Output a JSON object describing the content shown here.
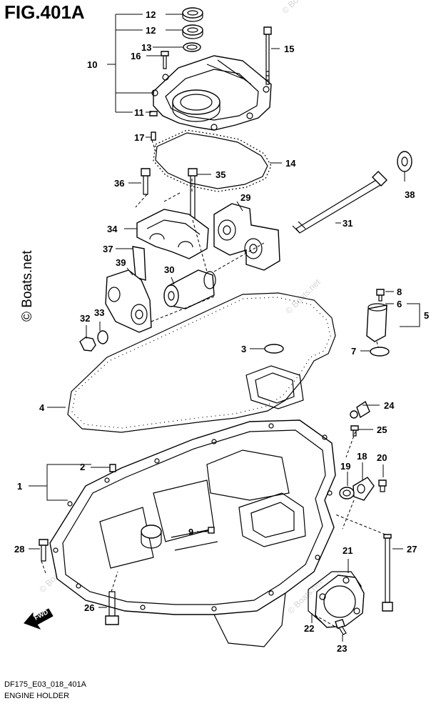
{
  "figure": {
    "title": "FIG.401A",
    "code": "DF175_E03_018_401A",
    "name": "ENGINE HOLDER",
    "watermark": "© Boats.net",
    "fwd_label": "FWD"
  },
  "callouts": [
    {
      "id": "c12a",
      "text": "12"
    },
    {
      "id": "c12b",
      "text": "12"
    },
    {
      "id": "c13",
      "text": "13"
    },
    {
      "id": "c16",
      "text": "16"
    },
    {
      "id": "c15",
      "text": "15"
    },
    {
      "id": "c10",
      "text": "10"
    },
    {
      "id": "c11",
      "text": "11"
    },
    {
      "id": "c17",
      "text": "17"
    },
    {
      "id": "c14",
      "text": "14"
    },
    {
      "id": "c36",
      "text": "36"
    },
    {
      "id": "c35",
      "text": "35"
    },
    {
      "id": "c38",
      "text": "38"
    },
    {
      "id": "c29",
      "text": "29"
    },
    {
      "id": "c31",
      "text": "31"
    },
    {
      "id": "c34",
      "text": "34"
    },
    {
      "id": "c37",
      "text": "37"
    },
    {
      "id": "c39",
      "text": "39"
    },
    {
      "id": "c30",
      "text": "30"
    },
    {
      "id": "c8",
      "text": "8"
    },
    {
      "id": "c6",
      "text": "6"
    },
    {
      "id": "c5",
      "text": "5"
    },
    {
      "id": "c32",
      "text": "32"
    },
    {
      "id": "c33",
      "text": "33"
    },
    {
      "id": "c3",
      "text": "3"
    },
    {
      "id": "c7",
      "text": "7"
    },
    {
      "id": "c4",
      "text": "4"
    },
    {
      "id": "c24",
      "text": "24"
    },
    {
      "id": "c25",
      "text": "25"
    },
    {
      "id": "c2",
      "text": "2"
    },
    {
      "id": "c1",
      "text": "1"
    },
    {
      "id": "c18",
      "text": "18"
    },
    {
      "id": "c19",
      "text": "19"
    },
    {
      "id": "c20",
      "text": "20"
    },
    {
      "id": "c9",
      "text": "9"
    },
    {
      "id": "c28",
      "text": "28"
    },
    {
      "id": "c27",
      "text": "27"
    },
    {
      "id": "c21",
      "text": "21"
    },
    {
      "id": "c26",
      "text": "26"
    },
    {
      "id": "c22",
      "text": "22"
    },
    {
      "id": "c23",
      "text": "23"
    }
  ]
}
